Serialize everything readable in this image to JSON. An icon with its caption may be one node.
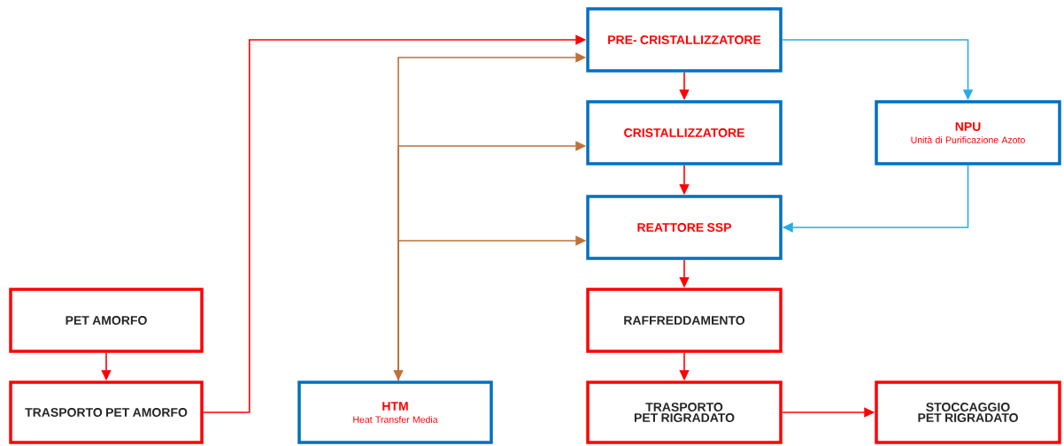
{
  "diagram": {
    "nodes": [
      {
        "text": [
          "PRE- CRISTALLIZZATORE"
        ]
      },
      {
        "text": [
          "CRISTALLIZZATORE"
        ]
      },
      {
        "text": [
          "NPU",
          "Unità di Purificazione Azoto"
        ]
      },
      {
        "text": [
          "REATTORE SSP"
        ]
      },
      {
        "text": [
          "PET AMORFO"
        ]
      },
      {
        "text": [
          "RAFFREDDAMENTO"
        ]
      },
      {
        "text": [
          "TRASPORTO PET AMORFO"
        ]
      },
      {
        "text": [
          "HTM",
          "Heat Transfer Media"
        ]
      },
      {
        "text": [
          "TRASPORTO PET RIGRADATO"
        ]
      },
      {
        "text": [
          "STOCCAGGIO PET RIGRADATO"
        ]
      }
    ],
    "edges": [
      {
        "from": 4,
        "to": 6,
        "arrow": "to"
      },
      {
        "from": 6,
        "to": 0,
        "arrow": "to"
      },
      {
        "from": 0,
        "to": 1,
        "arrow": "to"
      },
      {
        "from": 1,
        "to": 3,
        "arrow": "to"
      },
      {
        "from": 3,
        "to": 5,
        "arrow": "to"
      },
      {
        "from": 5,
        "to": 8,
        "arrow": "to"
      },
      {
        "from": 8,
        "to": 9,
        "arrow": "to"
      },
      {
        "from": 0,
        "to": 2,
        "arrow": "to",
        "color": "#29abe2"
      },
      {
        "from": 2,
        "to": 3,
        "arrow": "to",
        "color": "#29abe2"
      },
      {
        "from": 7,
        "to": 0,
        "arrow": "both",
        "color": "#c07038"
      },
      {
        "from": 7,
        "to": 1,
        "arrow": "to",
        "color": "#c07038"
      },
      {
        "from": 7,
        "to": 3,
        "arrow": "to",
        "color": "#c07038"
      }
    ]
  }
}
